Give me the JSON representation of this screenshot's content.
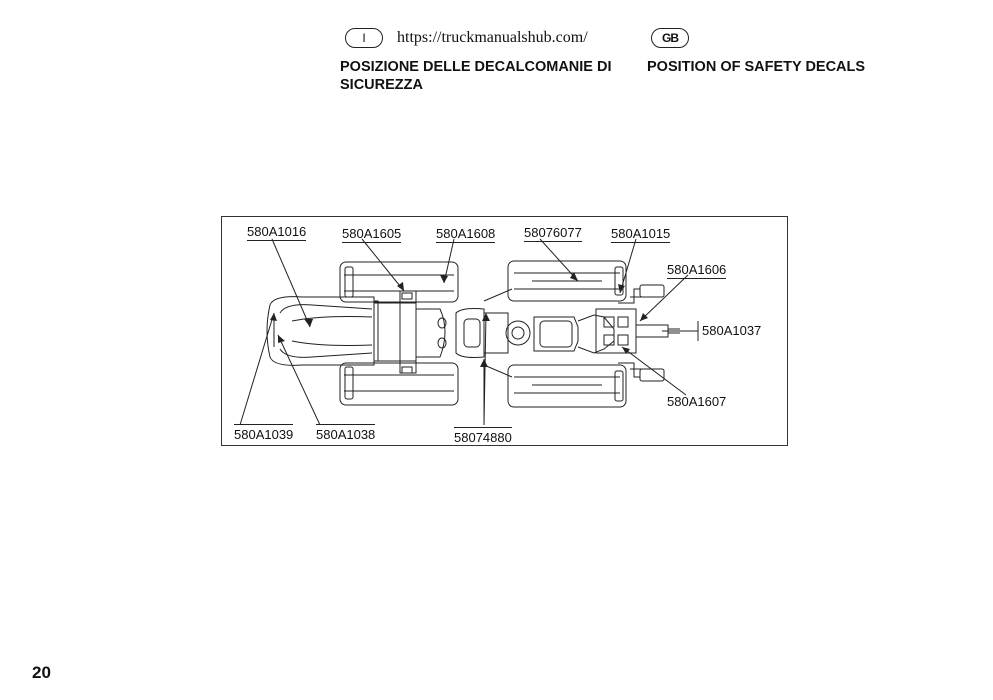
{
  "header": {
    "lang_it": "I",
    "url": "https://truckmanualshub.com/",
    "lang_gb": "GB",
    "title_it": "POSIZIONE DELLE DECALCOMANIE DI SICUREZZA",
    "title_gb": "POSITION OF SAFETY DECALS"
  },
  "figure": {
    "labels": {
      "l_580A1016": "580A1016",
      "l_580A1605": "580A1605",
      "l_580A1608": "580A1608",
      "l_58076077": "58076077",
      "l_580A1015": "580A1015",
      "l_580A1606": "580A1606",
      "l_580A1037": "580A1037",
      "l_580A1607": "580A1607",
      "l_580A1039": "580A1039",
      "l_580A1038": "580A1038",
      "l_58074880": "58074880"
    }
  },
  "footer": {
    "page_number": "20"
  }
}
